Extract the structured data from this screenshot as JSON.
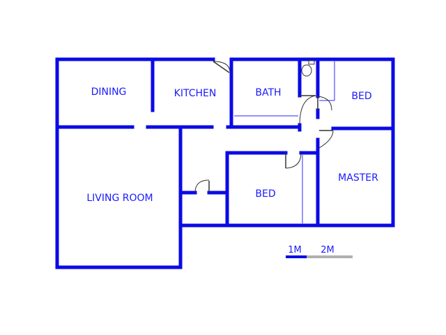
{
  "rooms": {
    "dining": "DINING",
    "kitchen": "KITCHEN",
    "bath": "BATH",
    "bed_top": "BED",
    "living": "LIVING ROOM",
    "bed_middle": "BED",
    "master": "MASTER"
  },
  "scale": {
    "label_1": "1M",
    "label_2": "2M",
    "color_primary": "#0a0ae6",
    "color_secondary": "#b0b0b0"
  },
  "colors": {
    "walls": "#0a0ae6",
    "labels": "#1a1aff",
    "background": "#ffffff"
  }
}
